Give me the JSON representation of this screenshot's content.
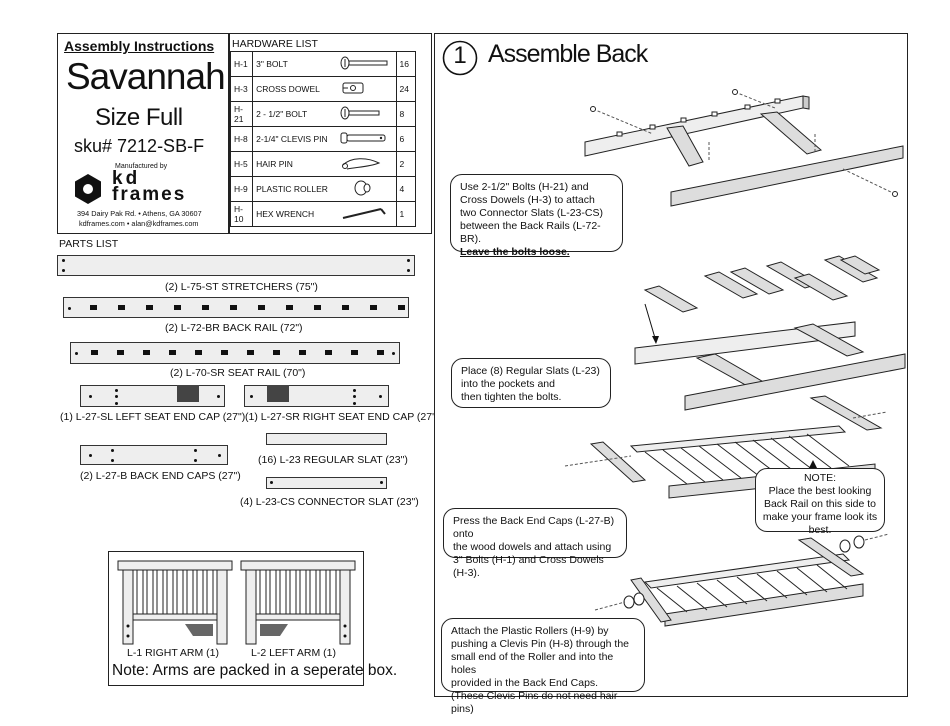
{
  "header": {
    "assembly_title": "Assembly Instructions",
    "product_name": "Savannah",
    "size": "Size Full",
    "sku": "sku# 7212-SB-F",
    "manufactured_by": "Manufactured by",
    "brand_line1": "kd",
    "brand_line2": "frames",
    "address": "394 Dairy Pak Rd. • Athens, GA 30607",
    "web": "kdframes.com • alan@kdframes.com"
  },
  "hardware": {
    "title": "HARDWARE LIST",
    "items": [
      {
        "code": "H-1",
        "name": "3\" BOLT",
        "qty": "16",
        "icon": "bolt-icon"
      },
      {
        "code": "H-3",
        "name": "CROSS DOWEL",
        "qty": "24",
        "icon": "cross-dowel-icon"
      },
      {
        "code": "H-21",
        "name": "2 - 1/2\" BOLT",
        "qty": "8",
        "icon": "short-bolt-icon"
      },
      {
        "code": "H-8",
        "name": "2-1/4\" CLEVIS PIN",
        "qty": "6",
        "icon": "clevis-pin-icon"
      },
      {
        "code": "H-5",
        "name": "HAIR PIN",
        "qty": "2",
        "icon": "hair-pin-icon"
      },
      {
        "code": "H-9",
        "name": "PLASTIC ROLLER",
        "qty": "4",
        "icon": "roller-icon"
      },
      {
        "code": "H-10",
        "name": "HEX WRENCH",
        "qty": "1",
        "icon": "hex-wrench-icon"
      }
    ]
  },
  "parts": {
    "title": "PARTS LIST",
    "stretchers": "(2)  L-75-ST  STRETCHERS  (75\")",
    "back_rail": "(2)  L-72-BR  BACK RAIL  (72\")",
    "seat_rail": "(2)  L-70-SR  SEAT RAIL  (70\")",
    "left_cap": "(1)  L-27-SL  LEFT SEAT END CAP (27\")",
    "right_cap": "(1)  L-27-SR  RIGHT SEAT END CAP (27\")",
    "back_caps": "(2)  L-27-B BACK END CAPS  (27\")",
    "regular_slat": "(16)  L-23  REGULAR SLAT  (23\")",
    "connector_slat": "(4)  L-23-CS  CONNECTOR SLAT  (23\")",
    "right_arm": "L-1 RIGHT ARM (1)",
    "left_arm": "L-2 LEFT ARM (1)",
    "arms_note": "Note: Arms are packed in a seperate box."
  },
  "step": {
    "number": "1",
    "title": "Assemble Back",
    "instr1_lines": [
      "Use 2-1/2\" Bolts (H-21) and",
      "Cross Dowels (H-3) to attach",
      "two Connector Slats (L-23-CS)",
      "between the Back Rails (L-72-BR)."
    ],
    "instr1_bold": "Leave the bolts loose.",
    "instr2_lines": [
      "Place (8) Regular Slats (L-23)",
      "into the pockets and",
      "then tighten the bolts."
    ],
    "note_lines": [
      "NOTE:",
      "Place the best looking",
      "Back Rail on this side to",
      "make your frame look its",
      "best."
    ],
    "instr3_lines": [
      "Press the Back End Caps (L-27-B) onto",
      "the wood dowels and attach using",
      "3\" Bolts (H-1) and Cross Dowels (H-3)."
    ],
    "instr4_lines": [
      "Attach the Plastic Rollers (H-9) by",
      "pushing a Clevis Pin (H-8) through the",
      "small end of the Roller and into the holes",
      "provided in the Back End Caps.",
      "(These Clevis Pins do not need hair pins)"
    ]
  }
}
